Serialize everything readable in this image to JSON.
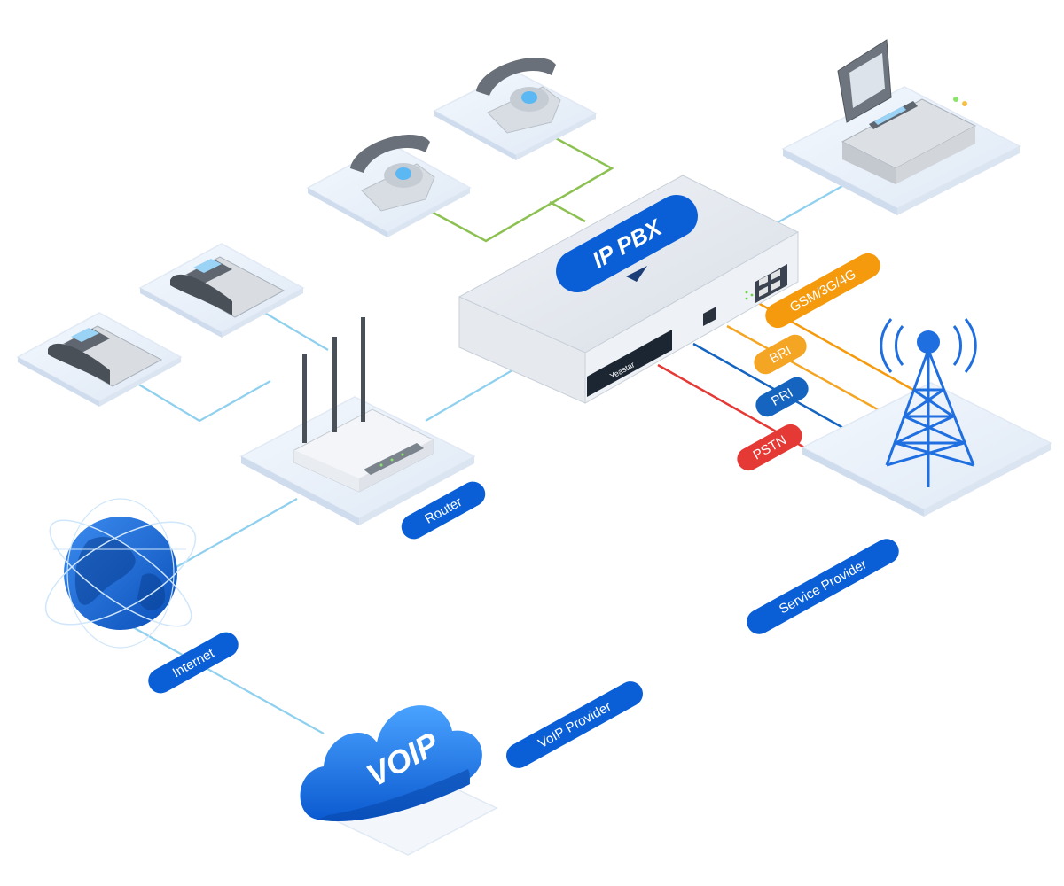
{
  "pbx": {
    "title": "IP PBX",
    "brand": "Yeastar"
  },
  "labels": {
    "router": "Router",
    "internet": "Internet",
    "voip_provider": "VoIP Provider",
    "service_provider": "Service Provider"
  },
  "cloud": {
    "text": "VOIP"
  },
  "trunks": {
    "gsm": "GSM/3G/4G",
    "bri": "BRI",
    "pri": "PRI",
    "pstn": "PSTN"
  },
  "colors": {
    "brand_blue": "#0b5fd6",
    "gsm": "#f59a0c",
    "bri": "#f5a524",
    "pri": "#1565c0",
    "pstn": "#e53935",
    "analog_line": "#8cc152",
    "network_line": "#8fd0ee"
  }
}
